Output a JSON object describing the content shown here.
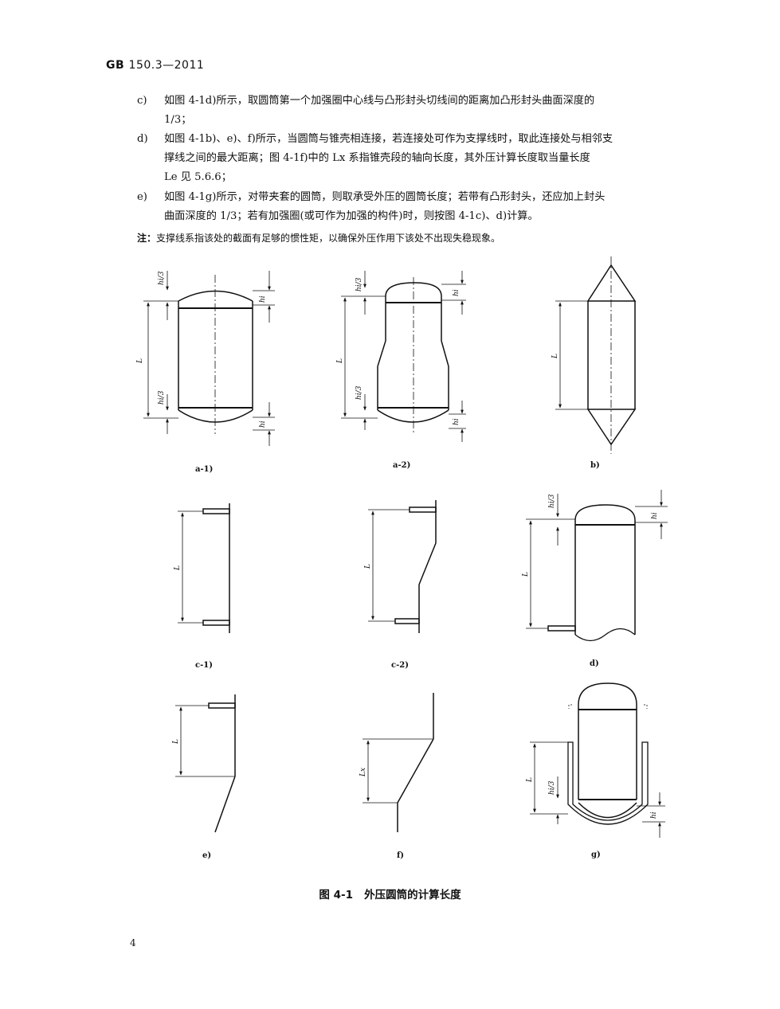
{
  "header": {
    "standard": "GB",
    "number": "150.3—2011"
  },
  "items": [
    {
      "label": "c)",
      "lines": [
        "如图 4-1d)所示，取圆筒第一个加强圈中心线与凸形封头切线间的距离加凸形封头曲面深度的",
        "1/3；"
      ]
    },
    {
      "label": "d)",
      "lines": [
        "如图 4-1b)、e)、f)所示，当圆筒与锥壳相连接，若连接处可作为支撑线时，取此连接处与相邻支",
        "撑线之间的最大距离；图 4-1f)中的 Lx 系指锥壳段的轴向长度，其外压计算长度取当量长度",
        "Le 见 5.6.6；"
      ]
    },
    {
      "label": "e)",
      "lines": [
        "如图 4-1g)所示，对带夹套的圆筒，则取承受外压的圆筒长度；若带有凸形封头，还应加上封头",
        "曲面深度的 1/3；若有加强圈(或可作为加强的构件)时，则按图 4-1c)、d)计算。"
      ]
    }
  ],
  "note": {
    "prefix": "注：",
    "text": "支撑线系指该处的截面有足够的惯性矩，以确保外压作用下该处不出现失稳现象。"
  },
  "figure": {
    "sublabels": [
      "a-1)",
      "a-2)",
      "b)",
      "c-1)",
      "c-2)",
      "d)",
      "e)",
      "f)",
      "g)"
    ],
    "dims": {
      "L": "L",
      "hi3": "hi/3",
      "hi": "hi",
      "Lx": "Lx"
    },
    "caption_num": "图 4-1",
    "caption_title": "外压圆筒的计算长度"
  },
  "page_number": "4"
}
